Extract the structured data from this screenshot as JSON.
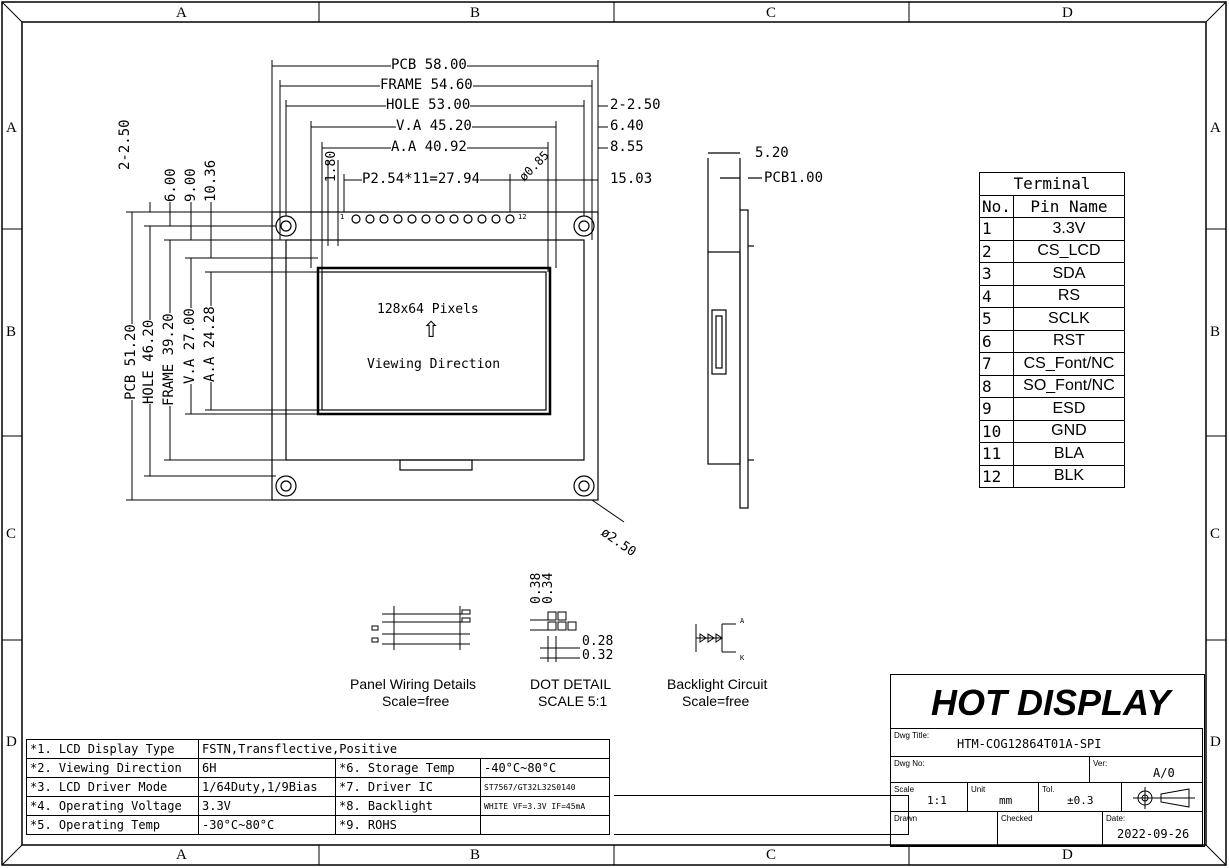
{
  "zones": {
    "columns": [
      "A",
      "B",
      "C",
      "D"
    ],
    "rows": [
      "A",
      "B",
      "C",
      "D"
    ]
  },
  "dims": {
    "pcb_w": "PCB 58.00",
    "frame_w": "FRAME 54.60",
    "hole_w": "HOLE 53.00",
    "va_w": "V.A 45.20",
    "aa_w": "A.A 40.92",
    "pitch": "P2.54*11=27.94",
    "hole_dia": "ø0.85",
    "pin_off": "1.80",
    "r_2_250": "2-2.50",
    "r_640": "6.40",
    "r_855": "8.55",
    "r_1503": "15.03",
    "v_2_250": "2-2.50",
    "v_600": "6.00",
    "v_900": "9.00",
    "v_1036": "10.36",
    "pcb_h": "PCB 51.20",
    "hole_h": "HOLE 46.20",
    "frame_h": "FRAME 39.20",
    "va_h": "V.A 27.00",
    "aa_h": "A.A 24.28",
    "mount_hole": "ø2.50",
    "side_520": "5.20",
    "side_pcb": "PCB1.00",
    "pin1": "1",
    "pin12": "12"
  },
  "screen": {
    "pixels": "128x64 Pixels",
    "arrow": "⇧",
    "direction": "Viewing Direction"
  },
  "terminal": {
    "title": "Terminal",
    "col_no": "No.",
    "col_name": "Pin Name",
    "rows": [
      {
        "no": "1",
        "name": "3.3V"
      },
      {
        "no": "2",
        "name": "CS_LCD"
      },
      {
        "no": "3",
        "name": "SDA"
      },
      {
        "no": "4",
        "name": "RS"
      },
      {
        "no": "5",
        "name": "SCLK"
      },
      {
        "no": "6",
        "name": "RST"
      },
      {
        "no": "7",
        "name": "CS_Font/NC"
      },
      {
        "no": "8",
        "name": "SO_Font/NC"
      },
      {
        "no": "9",
        "name": "ESD"
      },
      {
        "no": "10",
        "name": "GND"
      },
      {
        "no": "11",
        "name": "BLA"
      },
      {
        "no": "12",
        "name": "BLK"
      }
    ]
  },
  "details": {
    "panel_title": "Panel Wiring Details",
    "panel_scale": "Scale=free",
    "dot_title": "DOT DETAIL",
    "dot_scale": "SCALE 5:1",
    "dot_038": "0.38",
    "dot_034": "0.34",
    "dot_028": "0.28",
    "dot_032": "0.32",
    "bl_title": "Backlight Circuit",
    "bl_scale": "Scale=free",
    "bl_a": "A",
    "bl_k": "K"
  },
  "specs": [
    {
      "label": "*1. LCD Display Type",
      "value": "FSTN,Transflective,Positive",
      "label2": "",
      "value2": ""
    },
    {
      "label": "*2. Viewing Direction",
      "value": "6H",
      "label2": "*6. Storage Temp",
      "value2": "-40°C~80°C"
    },
    {
      "label": "*3. LCD Driver Mode",
      "value": "1/64Duty,1/9Bias",
      "label2": "*7. Driver IC",
      "value2": "ST7567/GT32L32S0140"
    },
    {
      "label": "*4. Operating Voltage",
      "value": "3.3V",
      "label2": "*8. Backlight",
      "value2": "WHITE VF=3.3V IF=45mA"
    },
    {
      "label": "*5. Operating Temp",
      "value": "-30°C~80°C",
      "label2": "*9. ROHS",
      "value2": ""
    }
  ],
  "title_block": {
    "brand": "HOT DISPLAY",
    "dwg_title_label": "Dwg Title:",
    "dwg_title": "HTM-COG12864T01A-SPI",
    "dwg_no_label": "Dwg No:",
    "ver_label": "Ver:",
    "ver": "A/0",
    "scale_label": "Scale",
    "scale": "1:1",
    "unit_label": "Unit",
    "unit": "mm",
    "tol_label": "Tol.",
    "tol": "±0.3",
    "drawn_label": "Drawn",
    "checked_label": "Checked",
    "date_label": "Date:",
    "date": "2022-09-26"
  }
}
